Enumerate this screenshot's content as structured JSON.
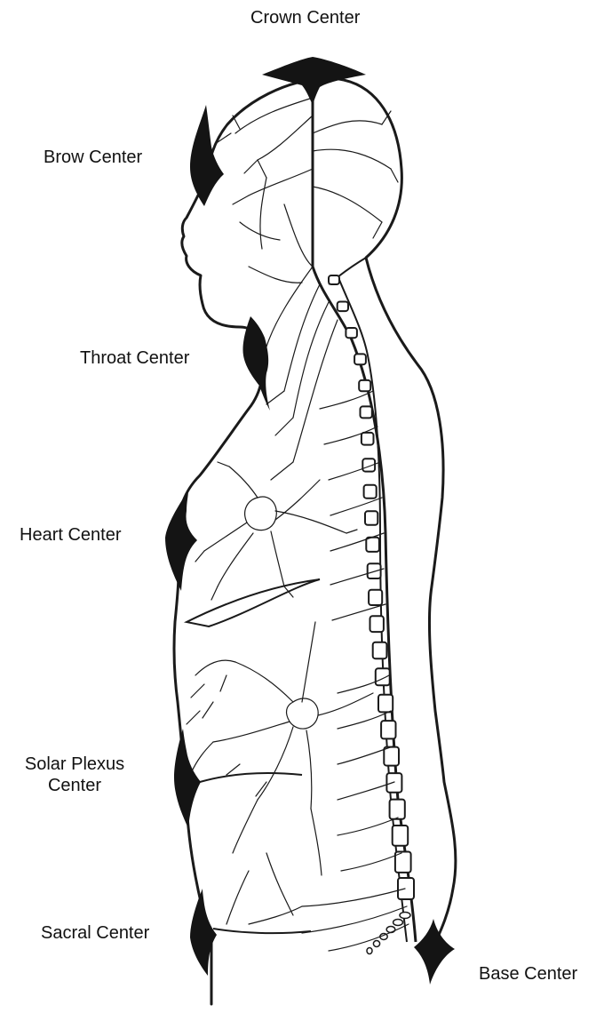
{
  "labels": {
    "crown": "Crown Center",
    "brow": "Brow Center",
    "throat": "Throat Center",
    "heart": "Heart Center",
    "solar_line1": "Solar Plexus",
    "solar_line2": "Center",
    "sacral": "Sacral Center",
    "base": "Base Center"
  },
  "colors": {
    "ink": "#1a1a1a",
    "center": "#141414",
    "background": "#ffffff"
  },
  "vertebrae_count": 24,
  "coccyx_segments": 6
}
